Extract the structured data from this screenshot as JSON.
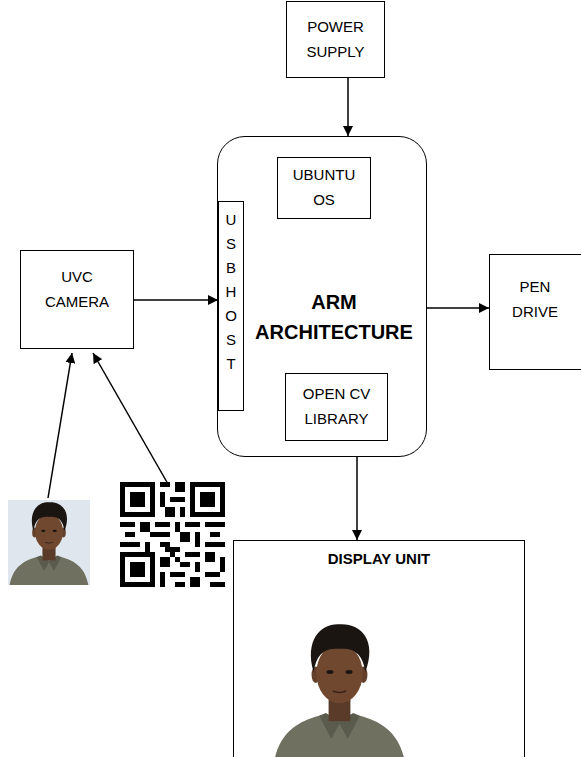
{
  "diagram": {
    "nodes": [
      {
        "text": [
          "POWER SUPPLY"
        ]
      },
      {
        "text": [
          "ARM ARCHITECTURE"
        ]
      },
      {
        "text": [
          "UBUNTU OS"
        ],
        "in": 1
      },
      {
        "text": [
          "USB HOST"
        ],
        "in": 1
      },
      {
        "text": [
          "OPEN CV LIBRARY"
        ],
        "in": 1
      },
      {
        "text": [
          "UVC CAMERA"
        ]
      },
      {
        "text": [
          "PEN DRIVE"
        ]
      },
      {
        "text": [
          "DISPLAY UNIT"
        ]
      }
    ],
    "edges": [
      {
        "from": 0,
        "to": 1,
        "arrow": "to"
      },
      {
        "from": 5,
        "to": 3,
        "arrow": "to"
      },
      {
        "from": 1,
        "to": 6,
        "arrow": "to"
      },
      {
        "from": 1,
        "to": 7,
        "arrow": "to"
      }
    ]
  }
}
